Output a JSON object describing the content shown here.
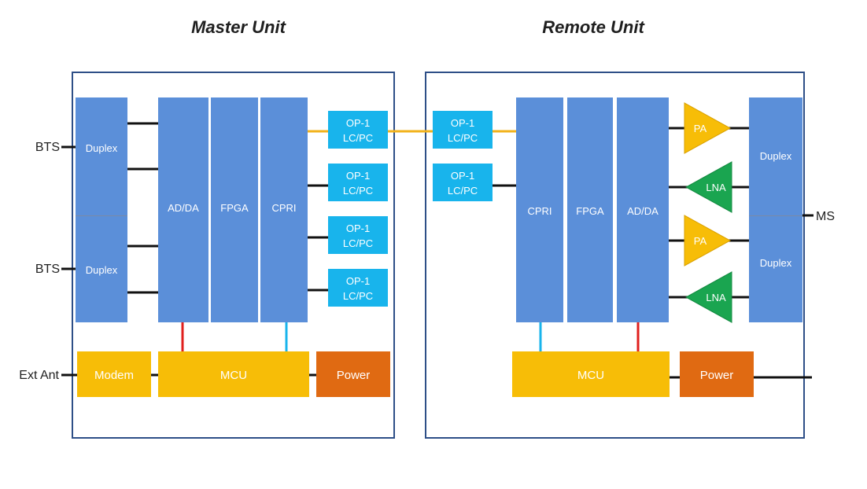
{
  "master": {
    "title": "Master Unit",
    "duplex_top": "Duplex",
    "duplex_bottom": "Duplex",
    "adda": "AD/DA",
    "fpga": "FPGA",
    "cpri": "CPRI",
    "optical": [
      {
        "line1": "OP-1",
        "line2": "LC/PC"
      },
      {
        "line1": "OP-1",
        "line2": "LC/PC"
      },
      {
        "line1": "OP-1",
        "line2": "LC/PC"
      },
      {
        "line1": "OP-1",
        "line2": "LC/PC"
      }
    ],
    "modem": "Modem",
    "mcu": "MCU",
    "power": "Power"
  },
  "remote": {
    "title": "Remote Unit",
    "optical": [
      {
        "line1": "OP-1",
        "line2": "LC/PC"
      },
      {
        "line1": "OP-1",
        "line2": "LC/PC"
      }
    ],
    "cpri": "CPRI",
    "fpga": "FPGA",
    "adda": "AD/DA",
    "amps": [
      "PA",
      "LNA",
      "PA",
      "LNA"
    ],
    "duplex_top": "Duplex",
    "duplex_bottom": "Duplex",
    "mcu": "MCU",
    "power": "Power"
  },
  "external": {
    "bts_top": "BTS",
    "bts_bottom": "BTS",
    "ext_ant": "Ext Ant",
    "ms": "MS"
  },
  "colors": {
    "block_blue": "#5b8fd9",
    "optical_cyan": "#18b4ec",
    "mcu_yellow": "#f7bd07",
    "power_orange": "#e06a12",
    "pa_yellow": "#f7bd07",
    "lna_green": "#1aa550",
    "fiber_orange": "#f2b21a",
    "link_red": "#e0201e",
    "link_cyan": "#18b4ec",
    "frame_navy": "#2e4f87"
  }
}
